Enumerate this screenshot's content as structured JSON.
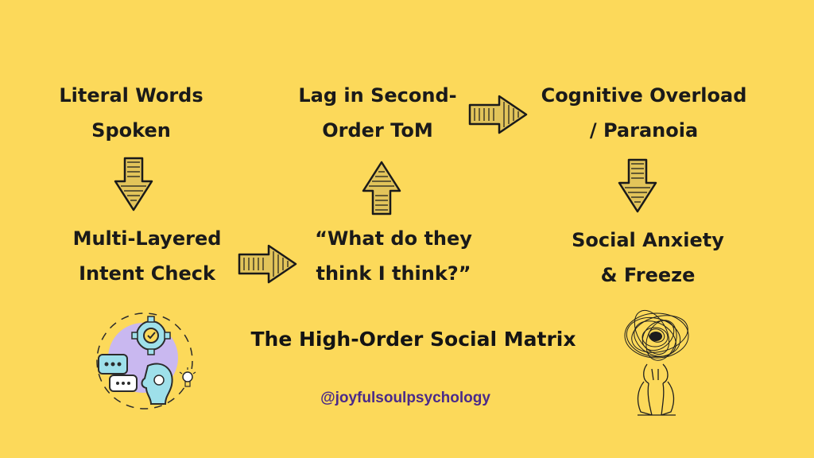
{
  "colors": {
    "background": "#fcd95a",
    "text": "#1a1a1a",
    "handle": "#4a2a8a",
    "arrow_fill": "#e2c45a"
  },
  "nodes": [
    {
      "id": "literal-words",
      "lines": [
        "Literal Words",
        "Spoken"
      ]
    },
    {
      "id": "multi-layered",
      "lines": [
        "Multi-Layered",
        "Intent Check"
      ]
    },
    {
      "id": "what-do-they-think",
      "lines": [
        "“What do they",
        "think I think?”"
      ]
    },
    {
      "id": "lag-second-order",
      "lines": [
        "Lag in Second-",
        "Order ToM"
      ]
    },
    {
      "id": "cognitive-overload",
      "lines": [
        "Cognitive Overload",
        "/ Paranoia"
      ]
    },
    {
      "id": "social-anxiety",
      "lines": [
        "Social Anxiety",
        "& Freeze"
      ]
    }
  ],
  "title": "The High-Order Social Matrix",
  "handle": "@joyfulsoulpsychology",
  "icons": {
    "left_illustration": "social-thinking-icon",
    "right_illustration": "anxious-person-scribble-icon"
  }
}
